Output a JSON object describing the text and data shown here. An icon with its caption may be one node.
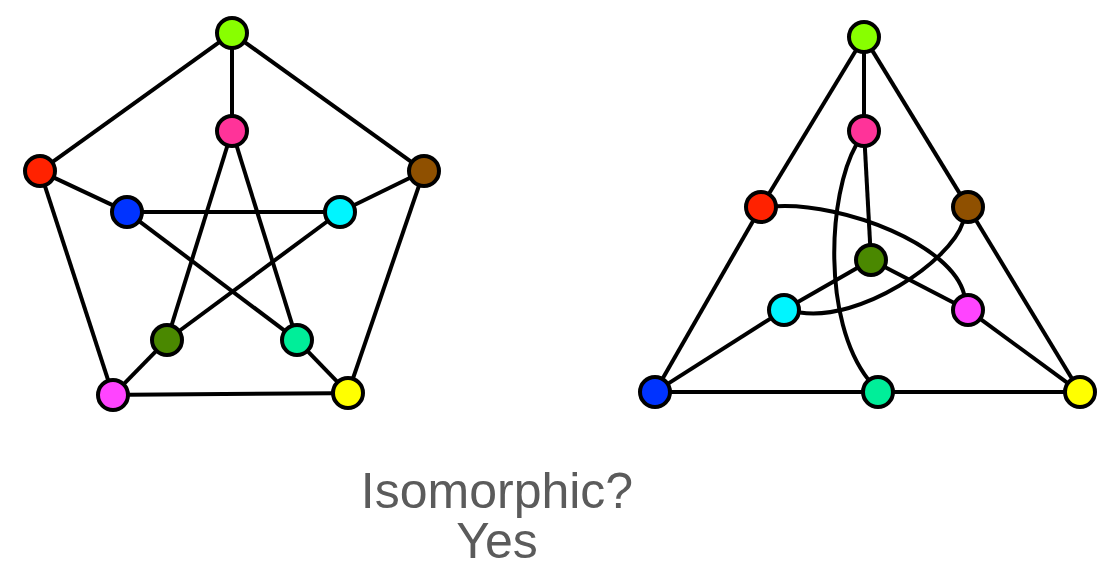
{
  "diagram": {
    "nodes": [
      {
        "text": [],
        "shape": "circle"
      },
      {
        "text": [],
        "shape": "circle"
      },
      {
        "text": [],
        "shape": "circle"
      },
      {
        "text": [],
        "shape": "circle"
      },
      {
        "text": [],
        "shape": "circle"
      },
      {
        "text": [],
        "shape": "circle"
      },
      {
        "text": [],
        "shape": "circle"
      },
      {
        "text": [],
        "shape": "circle"
      },
      {
        "text": [],
        "shape": "circle"
      },
      {
        "text": [],
        "shape": "circle"
      },
      {
        "text": [],
        "shape": "circle"
      },
      {
        "text": [],
        "shape": "circle"
      },
      {
        "text": [],
        "shape": "circle"
      },
      {
        "text": [],
        "shape": "circle"
      },
      {
        "text": [],
        "shape": "circle"
      },
      {
        "text": [],
        "shape": "circle"
      },
      {
        "text": [],
        "shape": "circle"
      },
      {
        "text": [],
        "shape": "circle"
      },
      {
        "text": [],
        "shape": "circle"
      },
      {
        "text": [],
        "shape": "circle"
      }
    ],
    "edges": [
      {
        "from": 0,
        "to": 2,
        "arrow": "none"
      },
      {
        "from": 0,
        "to": 3,
        "arrow": "none"
      },
      {
        "from": 2,
        "to": 8,
        "arrow": "none"
      },
      {
        "from": 3,
        "to": 9,
        "arrow": "none"
      },
      {
        "from": 8,
        "to": 9,
        "arrow": "none"
      },
      {
        "from": 0,
        "to": 1,
        "arrow": "none"
      },
      {
        "from": 2,
        "to": 4,
        "arrow": "none"
      },
      {
        "from": 3,
        "to": 5,
        "arrow": "none"
      },
      {
        "from": 8,
        "to": 6,
        "arrow": "none"
      },
      {
        "from": 9,
        "to": 7,
        "arrow": "none"
      },
      {
        "from": 1,
        "to": 6,
        "arrow": "none"
      },
      {
        "from": 1,
        "to": 7,
        "arrow": "none"
      },
      {
        "from": 4,
        "to": 5,
        "arrow": "none"
      },
      {
        "from": 4,
        "to": 7,
        "arrow": "none"
      },
      {
        "from": 5,
        "to": 6,
        "arrow": "none"
      },
      {
        "from": 10,
        "to": 12,
        "arrow": "none"
      },
      {
        "from": 12,
        "to": 17,
        "arrow": "none"
      },
      {
        "from": 10,
        "to": 13,
        "arrow": "none"
      },
      {
        "from": 13,
        "to": 19,
        "arrow": "none"
      },
      {
        "from": 17,
        "to": 18,
        "arrow": "none"
      },
      {
        "from": 18,
        "to": 19,
        "arrow": "none"
      },
      {
        "from": 10,
        "to": 11,
        "arrow": "none"
      },
      {
        "from": 11,
        "to": 14,
        "arrow": "none"
      },
      {
        "from": 15,
        "to": 14,
        "arrow": "none"
      },
      {
        "from": 14,
        "to": 16,
        "arrow": "none"
      },
      {
        "from": 17,
        "to": 15,
        "arrow": "none"
      },
      {
        "from": 16,
        "to": 19,
        "arrow": "none"
      },
      {
        "from": 12,
        "to": 16,
        "arrow": "none"
      },
      {
        "from": 13,
        "to": 15,
        "arrow": "none"
      },
      {
        "from": 11,
        "to": 18,
        "arrow": "none"
      }
    ],
    "labels": [
      "Isomorphic?",
      "Yes"
    ]
  }
}
